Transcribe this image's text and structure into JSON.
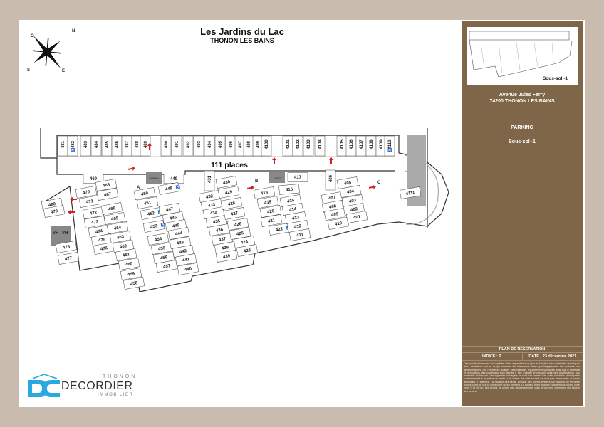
{
  "header": {
    "title": "Les Jardins du Lac",
    "subtitle": "THONON LES BAINS"
  },
  "compass": {
    "labels": [
      "N",
      "E",
      "S",
      "O"
    ]
  },
  "plan": {
    "capacity_label": "111 places",
    "stair_labels": [
      "A",
      "B",
      "C"
    ],
    "room_labels": [
      "Local eau",
      "Local ?"
    ],
    "vh_labels": [
      "VH",
      "VH"
    ],
    "spaces": [
      "481",
      "482",
      "483",
      "484",
      "485",
      "486",
      "487",
      "488",
      "489",
      "490",
      "491",
      "492",
      "493",
      "494",
      "495",
      "496",
      "497",
      "498",
      "499",
      "4100",
      "4101",
      "4102",
      "4103",
      "4104",
      "4105",
      "4106",
      "4107",
      "4108",
      "4109",
      "4110",
      "4111",
      "469",
      "449",
      "417",
      "416",
      "406",
      "405",
      "431",
      "430",
      "470",
      "471",
      "468",
      "467",
      "480",
      "479",
      "478",
      "477",
      "472",
      "473",
      "474",
      "475",
      "476",
      "466",
      "465",
      "464",
      "463",
      "462",
      "461",
      "460",
      "459",
      "458",
      "450",
      "451",
      "452",
      "453",
      "454",
      "455",
      "456",
      "457",
      "448",
      "447",
      "446",
      "445",
      "444",
      "443",
      "442",
      "441",
      "440",
      "432",
      "433",
      "434",
      "435",
      "436",
      "437",
      "438",
      "439",
      "429",
      "428",
      "427",
      "426",
      "425",
      "424",
      "423",
      "418",
      "419",
      "420",
      "421",
      "422",
      "415",
      "414",
      "413",
      "412",
      "411",
      "407",
      "408",
      "409",
      "410",
      "404",
      "403",
      "402",
      "401"
    ],
    "accessible_spaces": [
      "482",
      "4110",
      "448",
      "452",
      "453",
      "422"
    ]
  },
  "panel": {
    "thumbnail_label": "Sous-sol -1",
    "address_line1": "Avenue Jules Ferry",
    "address_line2": "74200 THONON LES BAINS",
    "section": "PARKING",
    "level": "Sous-sol -1",
    "reservation_title": "PLAN DE RESERVATION",
    "indice": "INDICE : 2",
    "date": "DATE : 23 décembre 2021",
    "disclaimer": "Des modifications sont susceptibles d'être apportées à ce plan en fonction des contraintes techniques, de la réalisation tant en ce qui concerne les dimensions libres que l'équipement. Les surfaces sont approximatives. Les retombées, soffites, faux plafonds, équipements sanitaires ainsi que le carrelage et dimensions des carrelages sont figurés à titre indicatif et peuvent subir des modifications pour impératifs techniques. Les appareils ménagers ne sont pas fournis. Les cotes mobiliers seront précis conformément à la notice de vente. Les coffres de volet roulant ne sont pas représentés et seront débordant à l'intérieur. La hauteur des seuils au droit des portes-fenêtres sur balcons ou terrasses pourra varier de 6 à 35 cm à partir du sol intérieur. La hauteur entre le jardin et la terrasse pourra varier entre 0 et 60 cm. Les jardins ne seront pas nécessairement plats et pourront comporter des talus et des pentes."
  },
  "logo": {
    "top": "THONON",
    "name": "DECORDIER",
    "bottom": "IMMOBILIER"
  },
  "colors": {
    "panel": "#7f6649",
    "frame": "#c9bbad",
    "logo": "#29a9df",
    "arrow": "#d42020",
    "wall": "#999999"
  }
}
